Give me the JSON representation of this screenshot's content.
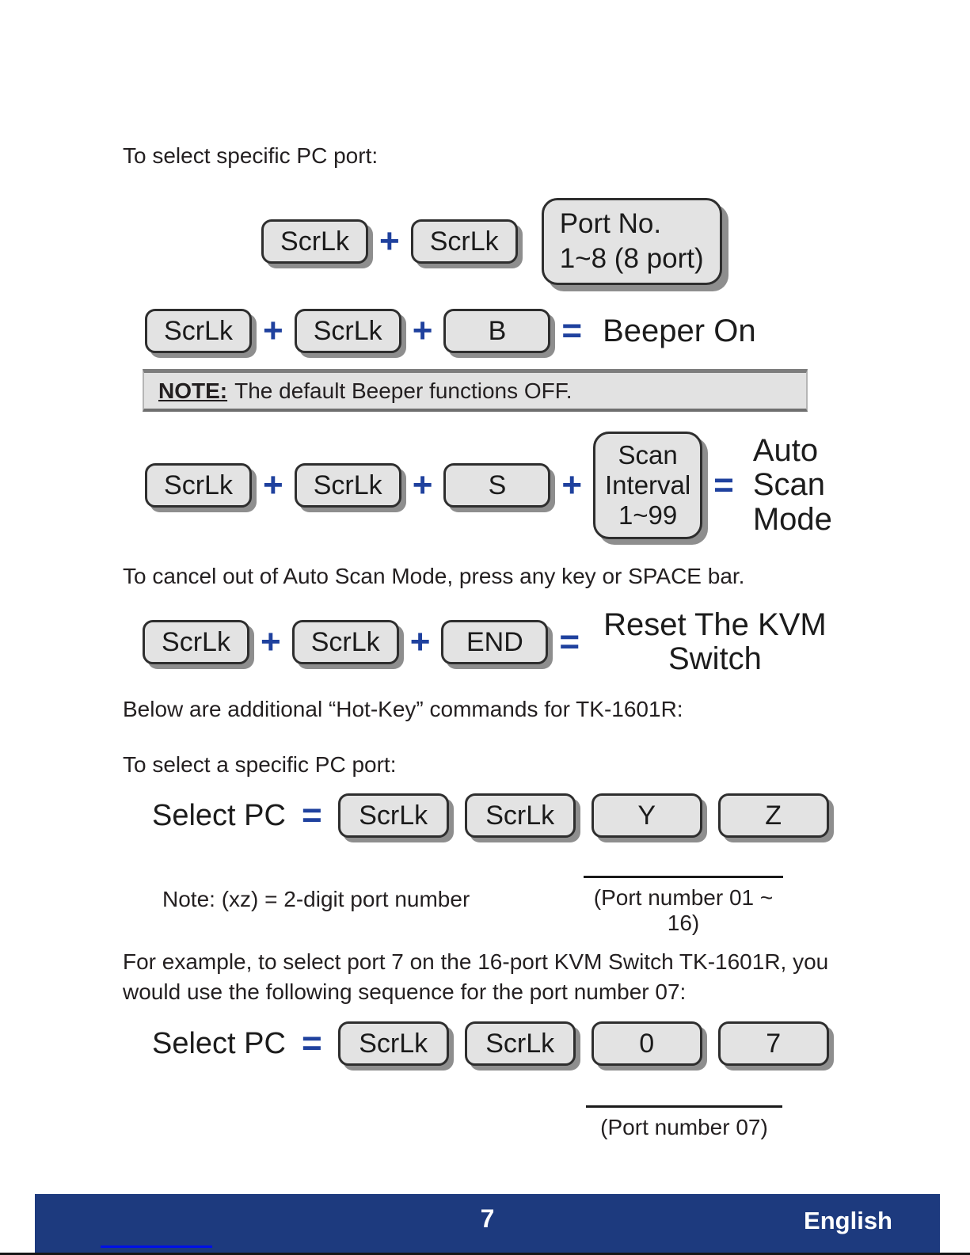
{
  "colors": {
    "footer_bar": "#1d3a7e",
    "operator_blue": "#1f419e",
    "key_fill": "#e3e3e3",
    "key_border": "#2e2e2e",
    "key_shadow": "#8e8e8e",
    "note_fill": "#e2e2e2",
    "body_text": "#231f20",
    "link_line_blue": "#0010e8"
  },
  "intro": {
    "text": "To select specific PC port:"
  },
  "row1": {
    "key1": "ScrLk",
    "plus": "+",
    "key2": "ScrLk",
    "result_line1": "Port No.",
    "result_line2": "1~8 (8 port)"
  },
  "row2": {
    "key1": "ScrLk",
    "plus1": "+",
    "key2": "ScrLk",
    "plus2": "+",
    "key3": "B",
    "equals": "=",
    "result": "Beeper On"
  },
  "note1": {
    "label": "NOTE:",
    "text": "The default Beeper functions OFF."
  },
  "row3": {
    "key1": "ScrLk",
    "plus1": "+",
    "key2": "ScrLk",
    "plus2": "+",
    "key3": "S",
    "plus3": "+",
    "interval_line1": "Scan",
    "interval_line2": "Interval",
    "interval_line3": "1~99",
    "equals": "=",
    "result_line1": "Auto",
    "result_line2": "Scan",
    "result_line3": "Mode"
  },
  "cancel": {
    "text": "To cancel out of Auto Scan Mode, press any key or SPACE bar."
  },
  "row4": {
    "key1": "ScrLk",
    "plus1": "+",
    "key2": "ScrLk",
    "plus2": "+",
    "key3": "END",
    "equals": "=",
    "result_line1": "Reset The KVM",
    "result_line2": "Switch"
  },
  "additional": {
    "text": "Below are additional “Hot-Key” commands for TK-1601R:"
  },
  "select_port": {
    "text": "To select a specific PC port:"
  },
  "row5": {
    "label": "Select PC",
    "equals": "=",
    "key1": "ScrLk",
    "key2": "ScrLk",
    "key3": "Y",
    "key4": "Z"
  },
  "note_xz": {
    "text": "Note: (xz) = 2-digit port number"
  },
  "port_range": {
    "text": "(Port number 01 ~ 16)"
  },
  "example": {
    "text": "For example, to select port 7 on the 16-port KVM Switch TK-1601R, you would use the following sequence for the port number 07:"
  },
  "row6": {
    "label": "Select PC",
    "equals": "=",
    "key1": "ScrLk",
    "key2": "ScrLk",
    "key3": "0",
    "key4": "7"
  },
  "port_07": {
    "text": "(Port number 07)"
  },
  "footer": {
    "page_number": "7",
    "language": "English"
  }
}
